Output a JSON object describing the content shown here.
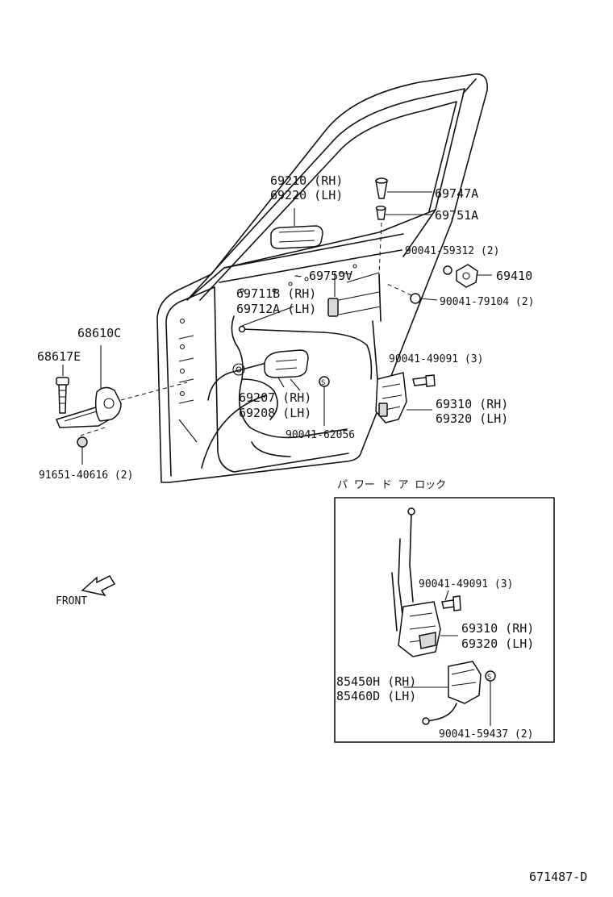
{
  "labels": {
    "p69210": "69210 (RH)",
    "p69220": "69220 (LH)",
    "p69747": "69747A",
    "p69751": "69751A",
    "p90041_59312": "90041-59312 (2)",
    "p69410": "69410",
    "p69759": "69759V",
    "p90041_79104": "90041-79104 (2)",
    "p69711": "69711B (RH)",
    "p69712": "69712A (LH)",
    "p68610": "68610C",
    "p68617": "68617E",
    "p90041_49091_top": "90041-49091 (3)",
    "p69310_top": "69310 (RH)",
    "p69320_top": "69320 (LH)",
    "p69207": "69207 (RH)",
    "p69208": "69208 (LH)",
    "p90041_62056": "90041-62056",
    "p91651": "91651-40616 (2)",
    "inset_title": "パ ワー ド ア ロック",
    "p90041_49091_inset": "90041-49091 (3)",
    "p69310_inset": "69310 (RH)",
    "p69320_inset": "69320 (LH)",
    "p85450": "85450H (RH)",
    "p85460": "85460D (LH)",
    "p90041_59437": "90041-59437 (2)",
    "front": "FRONT",
    "drawing_no": "671487-D"
  },
  "icons": {
    "arrow": "front-arrow-icon",
    "washer": "washer-s-icon"
  },
  "colors": {
    "ink": "#111111",
    "background": "#ffffff"
  }
}
